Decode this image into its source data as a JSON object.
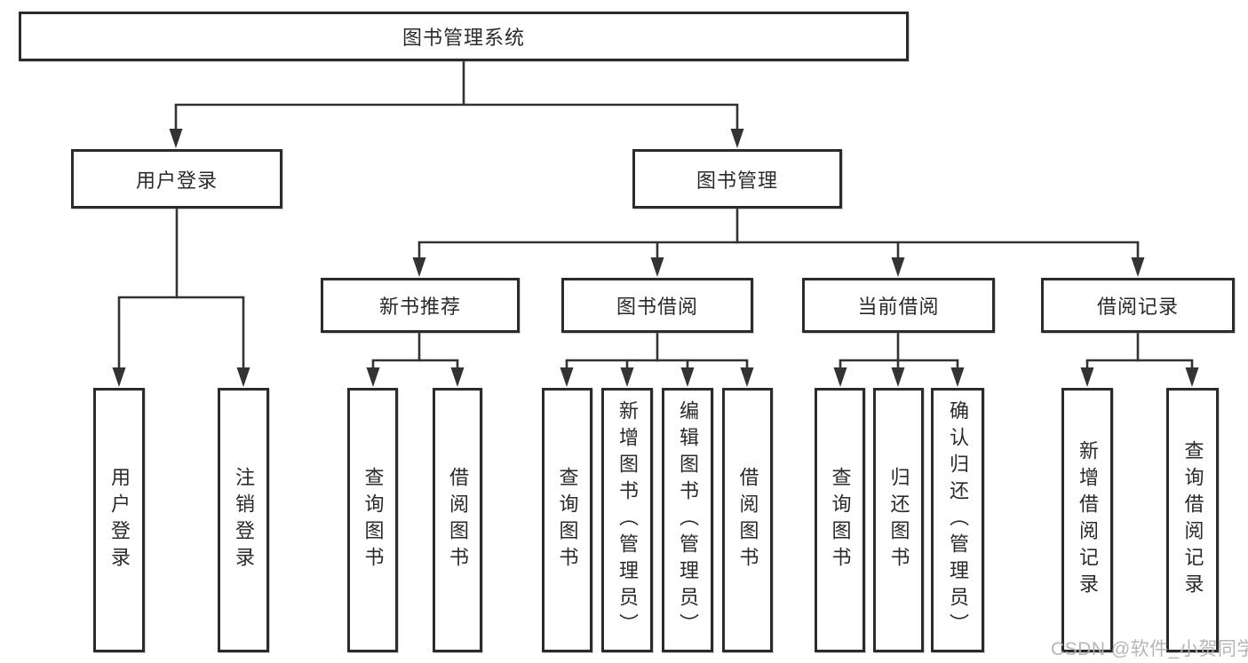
{
  "tree": {
    "label": "图书管理系统",
    "children": [
      {
        "label": "用户登录",
        "children": [
          {
            "label": "用户登录"
          },
          {
            "label": "注销登录"
          }
        ]
      },
      {
        "label": "图书管理",
        "children": [
          {
            "label": "新书推荐",
            "children": [
              {
                "label": "查询图书"
              },
              {
                "label": "借阅图书"
              }
            ]
          },
          {
            "label": "图书借阅",
            "children": [
              {
                "label": "查询图书"
              },
              {
                "label": "新增图书（管理员）"
              },
              {
                "label": "编辑图书（管理员）"
              },
              {
                "label": "借阅图书"
              }
            ]
          },
          {
            "label": "当前借阅",
            "children": [
              {
                "label": "查询图书"
              },
              {
                "label": "归还图书"
              },
              {
                "label": "确认归还（管理员）"
              }
            ]
          },
          {
            "label": "借阅记录",
            "children": [
              {
                "label": "新增借阅记录"
              },
              {
                "label": "查询借阅记录"
              }
            ]
          }
        ]
      }
    ]
  },
  "watermark": {
    "text": "CSDN @软件_小贺同学"
  },
  "colors": {
    "line": "#333333",
    "box_border": "#2b2b2b",
    "text": "#2a2a2a",
    "watermark": "#b2b2b2",
    "background": "#ffffff"
  }
}
